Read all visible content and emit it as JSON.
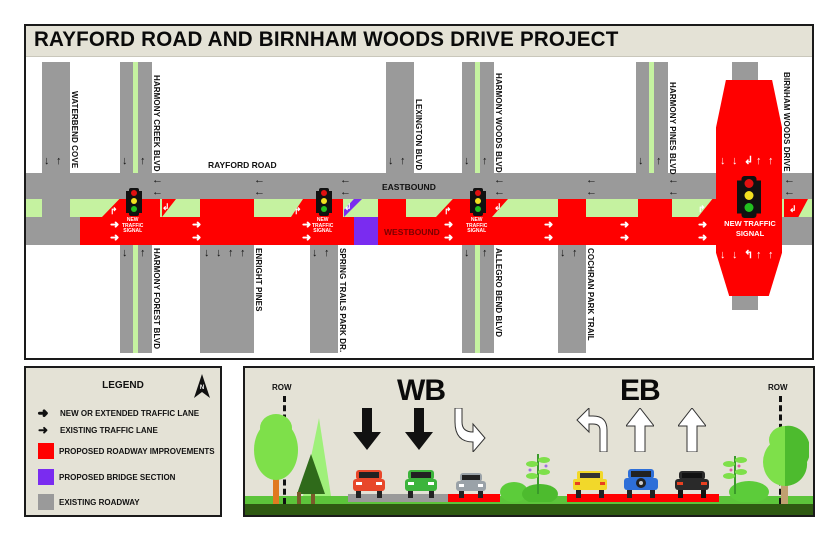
{
  "title": "RAYFORD ROAD AND BIRNHAM WOODS DRIVE PROJECT",
  "colors": {
    "proposed_roadway": "#ff0000",
    "bridge_section": "#7a2cf0",
    "existing_roadway": "#9a9a9a",
    "median": "#c5f2a0",
    "panel_background": "#e4e2d6"
  },
  "map": {
    "main_road": "RAYFORD ROAD",
    "eastbound_label": "EASTBOUND",
    "westbound_label": "WESTBOUND",
    "north_streets": [
      {
        "name": "WATERBEND COVE"
      },
      {
        "name": "HARMONY CREEK BLVD"
      },
      {
        "name": "LEXINGTON BLVD"
      },
      {
        "name": "HARMONY WOODS BLVD"
      },
      {
        "name": "HARMONY PINES BLVD"
      },
      {
        "name": "BIRNHAM WOODS DRIVE"
      }
    ],
    "south_streets": [
      {
        "name": "HARMONY FOREST BLVD"
      },
      {
        "name": "ENRIGHT PINES"
      },
      {
        "name": "SPRING TRAILS PARK DR."
      },
      {
        "name": "ALLEGRO BEND BLVD"
      },
      {
        "name": "COCHRAN PARK TRAIL"
      }
    ],
    "signals": [
      {
        "label_line1": "NEW",
        "label_line2": "TRAFFIC",
        "label_line3": "SIGNAL"
      },
      {
        "label_line1": "NEW",
        "label_line2": "TRAFFIC",
        "label_line3": "SIGNAL"
      },
      {
        "label_line1": "NEW",
        "label_line2": "TRAFFIC",
        "label_line3": "SIGNAL"
      },
      {
        "label_line1": "NEW TRAFFIC",
        "label_line2": "SIGNAL"
      }
    ]
  },
  "legend": {
    "title": "LEGEND",
    "north_marker": "N",
    "items": [
      {
        "icon": "outline-arrow-icon",
        "label": "NEW OR EXTENDED TRAFFIC LANE"
      },
      {
        "icon": "solid-arrow-icon",
        "label": "EXISTING TRAFFIC LANE"
      },
      {
        "swatch": "#ff0000",
        "label": "PROPOSED ROADWAY IMPROVEMENTS"
      },
      {
        "swatch": "#7a2cf0",
        "label": "PROPOSED BRIDGE SECTION"
      },
      {
        "swatch": "#9a9a9a",
        "label": "EXISTING ROADWAY"
      }
    ]
  },
  "cross_section": {
    "row_left": "ROW",
    "row_right": "ROW",
    "wb_label": "WB",
    "eb_label": "EB",
    "wb_lanes": [
      {
        "arrow": "down",
        "type": "existing",
        "car_color": "#e8472a"
      },
      {
        "arrow": "down",
        "type": "existing",
        "car_color": "#3cb43c"
      },
      {
        "arrow": "right-turn",
        "type": "new",
        "car_color": "#9aa2a8"
      }
    ],
    "eb_lanes": [
      {
        "arrow": "left-turn",
        "type": "new",
        "car_color": "#f2d82a"
      },
      {
        "arrow": "up",
        "type": "new",
        "car_color": "#2e6fd8"
      },
      {
        "arrow": "up",
        "type": "new",
        "car_color": "#2a2a2a"
      }
    ]
  }
}
